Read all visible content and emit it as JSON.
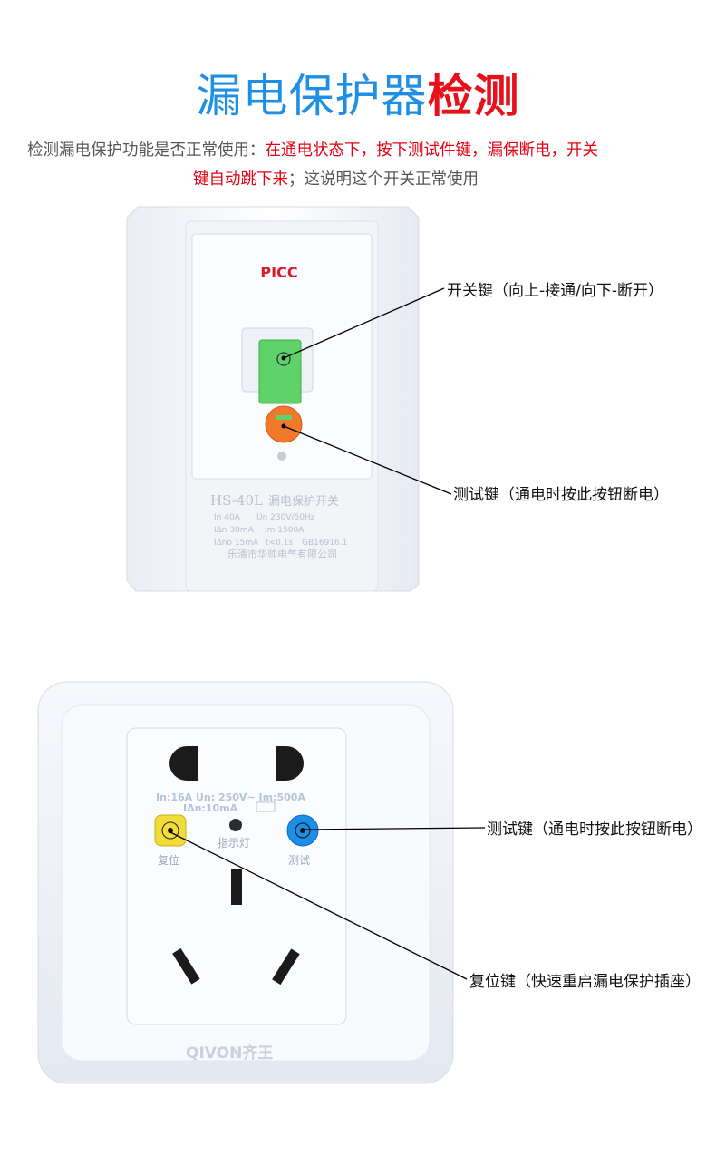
{
  "title": {
    "part1": "漏电保护器",
    "part2": "检测"
  },
  "subtitle": {
    "gray1": "检测漏电保护功能是否正常使用：",
    "red1": "在通电状态下，按下测试件键，漏保断电，开关",
    "red2": "键自动跳下来",
    "gray2": "；这说明这个开关正常使用"
  },
  "breaker": {
    "brand": "PICC",
    "model": "HS-40L",
    "name": "漏电保护开关",
    "spec1a": "In 40A",
    "spec1b": "Un 230V/50Hz",
    "spec2a": "IΔn  30mA",
    "spec2b": "Im 1500A",
    "spec3a": "IΔno 15mA",
    "spec3b": "t<0.1s",
    "spec3c": "GB16916.1",
    "maker": "乐清市华帅电气有限公司",
    "callout_switch": "开关键（向上-接通/向下-断开）",
    "callout_test": "测试键（通电时按此按钮断电）"
  },
  "socket": {
    "spec1": "In:16A  Un: 250V~  Im:500A",
    "spec2": "IΔn:10mA",
    "reset_label": "复位",
    "indicator_label": "指示灯",
    "test_label": "测试",
    "brand": "QIVON齐王",
    "callout_test": "测试键（通电时按此按钮断电）",
    "callout_reset": "复位键（快速重启漏电保护插座）"
  },
  "colors": {
    "blue": "#1f8fe6",
    "red": "#e8101a",
    "green": "#5fd36a",
    "orange": "#f07a2a",
    "yellow": "#f2dc3a",
    "socket_blue": "#1d8ee8"
  }
}
